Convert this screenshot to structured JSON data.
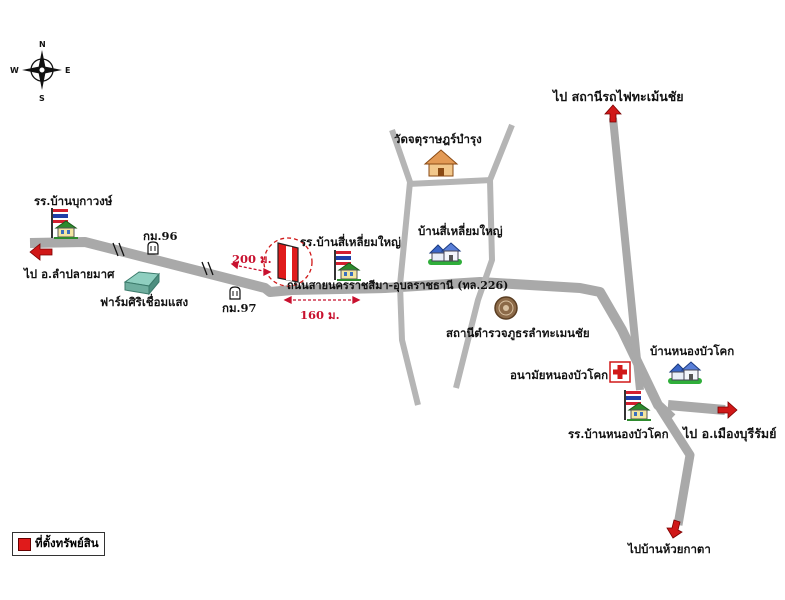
{
  "compass": {
    "north": "N",
    "south": "S",
    "east": "E",
    "west": "W"
  },
  "labels": {
    "to_lamplaimat": "ไป อ.ลำปลายมาศ",
    "school_bu_kawong": "รร.บ้านบุกาวงษ์",
    "km96": "กม.96",
    "km97": "กม.97",
    "farm_siri": "ฟาร์มศิริเชื่อมแสง",
    "dist_200": "200 ม.",
    "dist_160": "160 ม.",
    "school_si_liam_yai": "รร.บ้านสี่เหลี่ยมใหญ่",
    "village_si_liam_yai": "บ้านสี่เหลี่ยมใหญ่",
    "temple": "วัดจตุราษฎร์บำรุง",
    "road_name": "ถนนสายนครราชสีมา-อุบลราชธานี (ทล.226)",
    "police": "สถานีตำรวจภูธรลำทะเมนชัย",
    "to_station": "ไป สถานีรถไฟทะเม้นชัย",
    "village_nong_bua_khok": "บ้านหนองบัวโคก",
    "health_center": "อนามัยหนองบัวโคก",
    "school_nong_bua_khok": "รร.บ้านหนองบัวโคก",
    "to_buriram": "ไป อ.เมืองบุรีรัมย์",
    "to_huai_kata": "ไปบ้านห้วยกาตา"
  },
  "legend": {
    "property_label": "ที่ตั้งทรัพย์สิน"
  },
  "colors": {
    "road": "#a9a9a9",
    "arrow": "#d01818",
    "property": "#e01b1b",
    "dist_text": "#c8102e"
  },
  "icons": [
    "compass-rose-icon",
    "school-flag-icon",
    "milestone-icon",
    "farm-building-icon",
    "house-icon",
    "village-icon",
    "police-seal-icon",
    "hospital-cross-icon",
    "direction-arrow-icon",
    "property-marker-icon"
  ]
}
